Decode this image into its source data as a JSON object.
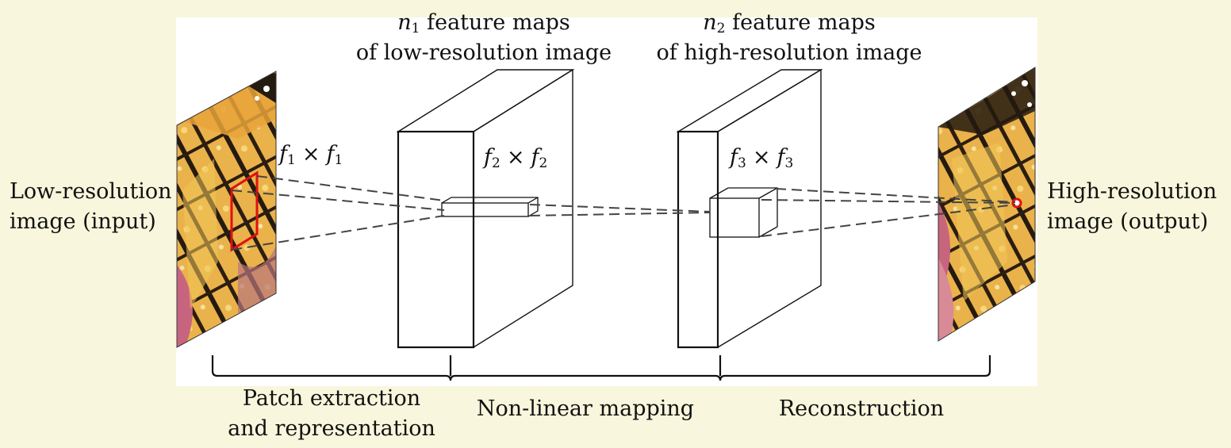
{
  "input_label": {
    "line1": "Low-resolution",
    "line2": "image (input)"
  },
  "output_label": {
    "line1": "High-resolution",
    "line2": "image (output)"
  },
  "maps_n1": {
    "var": "n",
    "sub": "1",
    "line1_rest": "feature maps",
    "line2": "of low-resolution image"
  },
  "maps_n2": {
    "var": "n",
    "sub": "2",
    "line1_rest": "feature maps",
    "line2": "of high-resolution image"
  },
  "filters": [
    {
      "var": "f",
      "sub": "1",
      "times": "×"
    },
    {
      "var": "f",
      "sub": "2",
      "times": "×"
    },
    {
      "var": "f",
      "sub": "3",
      "times": "×"
    }
  ],
  "stages": [
    {
      "line1": "Patch extraction",
      "line2": "and representation"
    },
    {
      "line1": "Non-linear mapping"
    },
    {
      "line1": "Reconstruction"
    }
  ],
  "colors": {
    "background": "#f8f6dc",
    "panel": "#ffffff",
    "stroke": "#111111",
    "patch_highlight": "#e01010",
    "butterfly_orange": "#e8a33a",
    "butterfly_yellow": "#f0c65a",
    "butterfly_black": "#241a10",
    "butterfly_pink": "#c8657e"
  }
}
